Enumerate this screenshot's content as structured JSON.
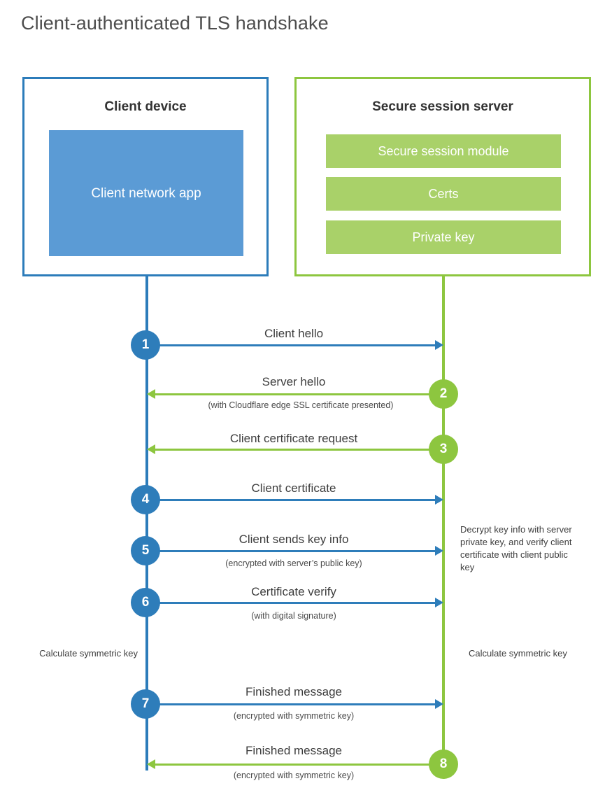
{
  "title": "Client-authenticated TLS handshake",
  "colors": {
    "client_blue_border": "#2c7cba",
    "client_blue_fill": "#5b9bd5",
    "server_green_border": "#8dc63f",
    "server_green_fill": "#a9d169",
    "arrow_blue": "#2e7dba",
    "arrow_green": "#8dc63f",
    "text_dark": "#3d3d3d",
    "title_gray": "#4d4d4d"
  },
  "client": {
    "title": "Client device",
    "app_label": "Client network app"
  },
  "server": {
    "title": "Secure session server",
    "components": [
      "Secure session module",
      "Certs",
      "Private key"
    ]
  },
  "steps": [
    {
      "number": "1",
      "label": "Client hello",
      "sublabel": "",
      "direction": "client-to-server",
      "color": "blue"
    },
    {
      "number": "2",
      "label": "Server hello",
      "sublabel": "(with Cloudflare edge SSL certificate presented)",
      "direction": "server-to-client",
      "color": "green"
    },
    {
      "number": "3",
      "label": "Client certificate request",
      "sublabel": "",
      "direction": "server-to-client",
      "color": "green"
    },
    {
      "number": "4",
      "label": "Client certificate",
      "sublabel": "",
      "direction": "client-to-server",
      "color": "blue"
    },
    {
      "number": "5",
      "label": "Client sends key info",
      "sublabel": "(encrypted with server’s public key)",
      "direction": "client-to-server",
      "color": "blue"
    },
    {
      "number": "6",
      "label": "Certificate verify",
      "sublabel": "(with digital signature)",
      "direction": "client-to-server",
      "color": "blue"
    },
    {
      "number": "7",
      "label": "Finished message",
      "sublabel": "(encrypted with symmetric key)",
      "direction": "client-to-server",
      "color": "blue"
    },
    {
      "number": "8",
      "label": "Finished message",
      "sublabel": "(encrypted with symmetric key)",
      "direction": "server-to-client",
      "color": "green"
    }
  ],
  "annotations": {
    "server_decrypt_note": "Decrypt key info with server private key, and verify client certificate with client public key",
    "client_calculate_note": "Calculate symmetric key",
    "server_calculate_note": "Calculate symmetric key"
  }
}
